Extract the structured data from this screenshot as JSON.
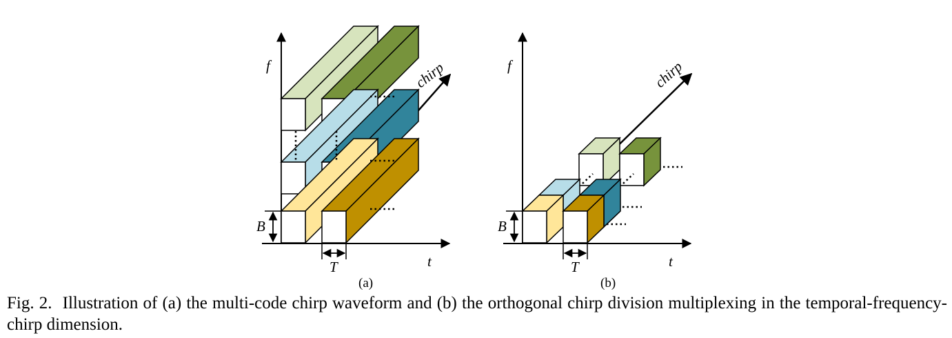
{
  "figure": {
    "panel_a": {
      "label": "(a)",
      "axis_f": "f",
      "axis_t": "t",
      "axis_chirp": "chirp",
      "dim_B": "B",
      "dim_T": "T"
    },
    "panel_b": {
      "label": "(b)",
      "axis_f": "f",
      "axis_t": "t",
      "axis_chirp": "chirp",
      "dim_B": "B",
      "dim_T": "T"
    },
    "colors": {
      "green_light": "#d7e4bd",
      "green_dark": "#77933c",
      "blue_light": "#b7dde8",
      "blue_dark": "#31849b",
      "yellow_light": "#ffe699",
      "yellow_dark": "#bf9000"
    }
  },
  "caption": {
    "prefix": "Fig. 2.",
    "text": "Illustration of (a) the multi-code chirp waveform and (b) the orthogonal chirp division multiplexing in the temporal-frequency-chirp dimension."
  }
}
